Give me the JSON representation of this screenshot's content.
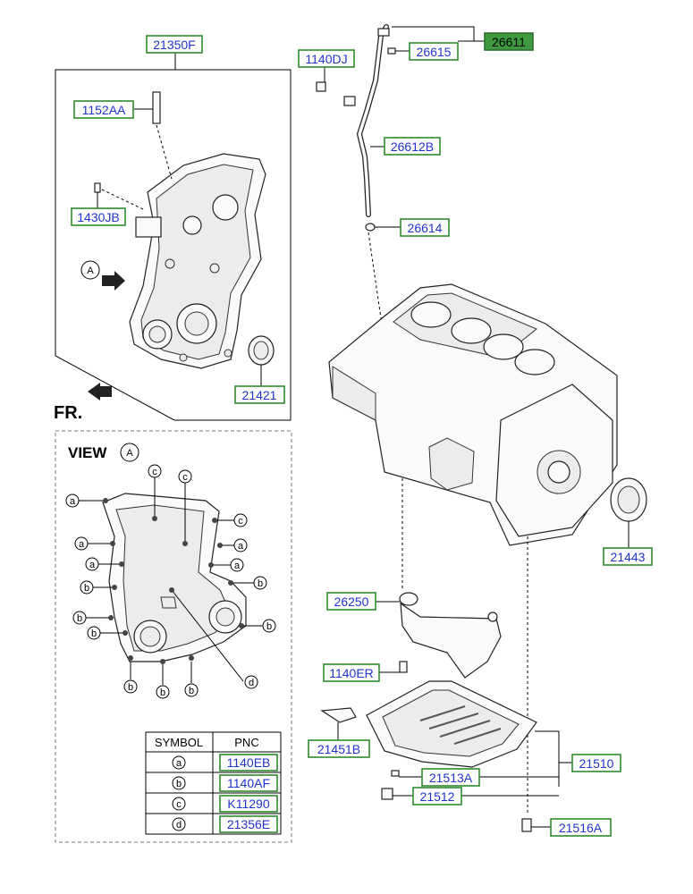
{
  "labels": {
    "front_cover_assy": "21350F",
    "bolt_1152AA": "1152AA",
    "plug_1430JB": "1430JB",
    "seal_21421": "21421",
    "fr_label": "FR.",
    "view_a_marker": "A",
    "bolt_1140DJ": "1140DJ",
    "part_26615": "26615",
    "gauge_assy_26611": "26611",
    "tube_26612B": "26612B",
    "oring_26614": "26614",
    "seal_21443": "21443",
    "strainer_26250": "26250",
    "bolt_1140ER": "1140ER",
    "bracket_21451B": "21451B",
    "gasket_21513A": "21513A",
    "oil_pan_21510": "21510",
    "plug_21512": "21512",
    "bolt_21516A": "21516A"
  },
  "view": {
    "title": "VIEW",
    "marker": "A"
  },
  "symbols": {
    "a": "a",
    "b": "b",
    "c": "c",
    "d": "d"
  },
  "symbol_table": {
    "header_symbol": "SYMBOL",
    "header_pnc": "PNC",
    "rows": [
      {
        "symbol": "a",
        "pnc": "1140EB"
      },
      {
        "symbol": "b",
        "pnc": "1140AF"
      },
      {
        "symbol": "c",
        "pnc": "K11290"
      },
      {
        "symbol": "d",
        "pnc": "21356E"
      }
    ]
  },
  "colors": {
    "label_text": "#2233cc",
    "label_border": "#2e8b2e",
    "highlight_fill": "#3f9a3f"
  }
}
